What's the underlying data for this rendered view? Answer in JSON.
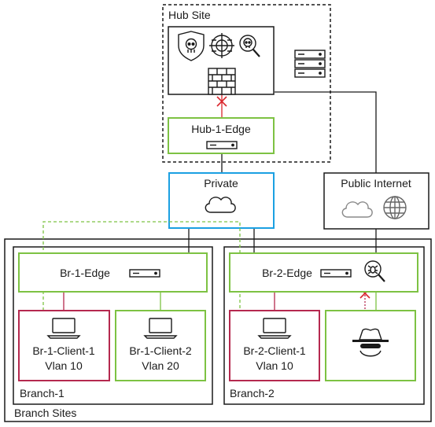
{
  "hub": {
    "site_label": "Hub Site",
    "edge_label": "Hub-1-Edge"
  },
  "networks": {
    "private_label": "Private",
    "public_label": "Public Internet"
  },
  "branch_sites": {
    "label": "Branch Sites",
    "branch1": {
      "label": "Branch-1",
      "edge_label": "Br-1-Edge",
      "client1_name": "Br-1-Client-1",
      "client1_vlan": "Vlan 10",
      "client2_name": "Br-1-Client-2",
      "client2_vlan": "Vlan 20"
    },
    "branch2": {
      "label": "Branch-2",
      "edge_label": "Br-2-Edge",
      "client1_name": "Br-2-Client-1",
      "client1_vlan": "Vlan 10"
    }
  },
  "icons": [
    "skull-shield-icon",
    "crosshair-icon",
    "skull-search-icon",
    "firewall-icon",
    "server-stack-icon",
    "edge-device-icon",
    "cloud-icon",
    "globe-icon",
    "laptop-icon",
    "bug-search-icon",
    "hacker-icon",
    "block-x-icon"
  ],
  "colors": {
    "edge": "#7dc243",
    "client_red": "#b5294f",
    "private_blue": "#1ba0e2",
    "line": "#1a1a1a",
    "block": "#d9262c",
    "dashed_green": "#7dc243"
  }
}
